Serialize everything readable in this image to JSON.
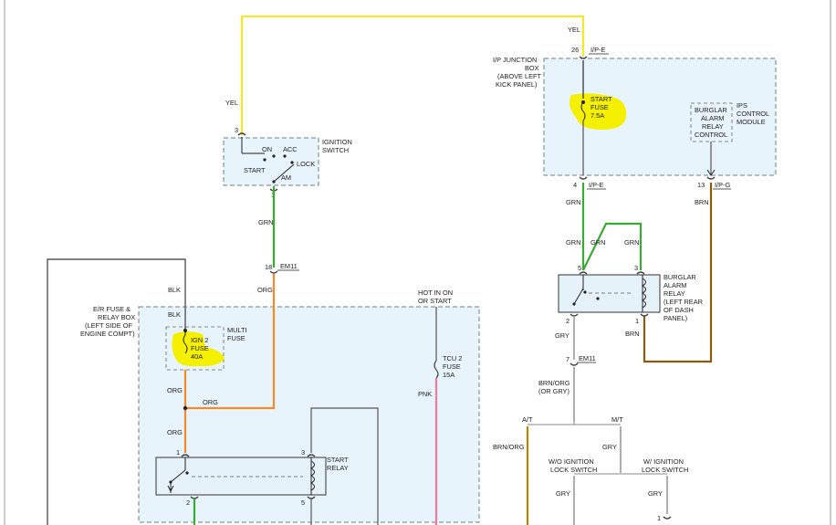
{
  "colors": {
    "yellow_wire": "#f2e830",
    "green_wire": "#3aaa35",
    "orange_wire": "#f08a2a",
    "brown_wire": "#8a5a10",
    "gray_wire": "#9a9a9a",
    "pink_wire": "#f07a9a",
    "box_fill": "#e8f4fb",
    "highlight": "#f4f000"
  },
  "ignition_switch": {
    "label_1": "IGNITION",
    "label_2": "SWITCH",
    "on": "ON",
    "acc": "ACC",
    "start": "START",
    "lock": "LOCK",
    "am": "AM",
    "pin_top": "3",
    "pin_bottom": "1"
  },
  "ip_junction_box": {
    "label_1": "I/P JUNCTION",
    "label_2": "BOX",
    "label_3": "(ABOVE LEFT",
    "label_4": "KICK PANEL)",
    "top_pin": "26",
    "top_conn": "I/P-E",
    "fuse_1": "START",
    "fuse_2": "FUSE",
    "fuse_3": "7.5A",
    "burglar_1": "BURGLAR",
    "burglar_2": "ALARM",
    "burglar_3": "RELAY",
    "burglar_4": "CONTROL",
    "ips_1": "IPS",
    "ips_2": "CONTROL",
    "ips_3": "MODULE",
    "pin_4": "4",
    "conn_4": "I/P-E",
    "pin_13": "13",
    "conn_13": "I/P-G"
  },
  "burglar_relay": {
    "label_1": "BURGLAR",
    "label_2": "ALARM",
    "label_3": "RELAY",
    "label_4": "(LEFT REAR",
    "label_5": "OF DASH",
    "label_6": "PANEL)",
    "pin_5": "5",
    "pin_3": "3",
    "pin_2": "2",
    "pin_1": "1"
  },
  "er_box": {
    "label_1": "E/R FUSE &",
    "label_2": "RELAY BOX",
    "label_3": "(LEFT SIDE OF",
    "label_4": "ENGINE COMPT)",
    "multi_1": "MULTI",
    "multi_2": "FUSE",
    "fuse_1": "IGN 2",
    "fuse_2": "FUSE",
    "fuse_3": "40A",
    "hot_1": "HOT IN ON",
    "hot_2": "OR START",
    "tcu_1": "TCU 2",
    "tcu_2": "FUSE",
    "tcu_3": "15A"
  },
  "start_relay": {
    "label_1": "START",
    "label_2": "RELAY",
    "pin_1": "1",
    "pin_3": "3",
    "pin_2": "2",
    "pin_5": "5"
  },
  "wires": {
    "yel_top": "YEL",
    "yel_left": "YEL",
    "grn_ign": "GRN",
    "em11_18_pin": "18",
    "em11_18_conn": "EM11",
    "org_1": "ORG",
    "blk_1": "BLK",
    "blk_2": "BLK",
    "org_2": "ORG",
    "org_3": "ORG",
    "org_4": "ORG",
    "pnk": "PNK",
    "grn_1": "GRN",
    "grn_2": "GRN",
    "grn_3": "GRN",
    "grn_4": "GRN",
    "brn_1": "BRN",
    "brn_2": "BRN",
    "gry_1": "GRY",
    "em11_7_pin": "7",
    "em11_7_conn": "EM11",
    "brn_org_1": "BRN/ORG",
    "brn_org_2": "(OR GRY)",
    "at": "A/T",
    "mt": "M/T",
    "gry_2": "GRY",
    "brn_org_3": "BRN/ORG",
    "wo_1": "W/O IGNITION",
    "wo_2": "LOCK SWITCH",
    "w_1": "W/ IGNITION",
    "w_2": "LOCK SWITCH",
    "gry_3": "GRY",
    "gry_4": "GRY",
    "pin_last": "1"
  }
}
